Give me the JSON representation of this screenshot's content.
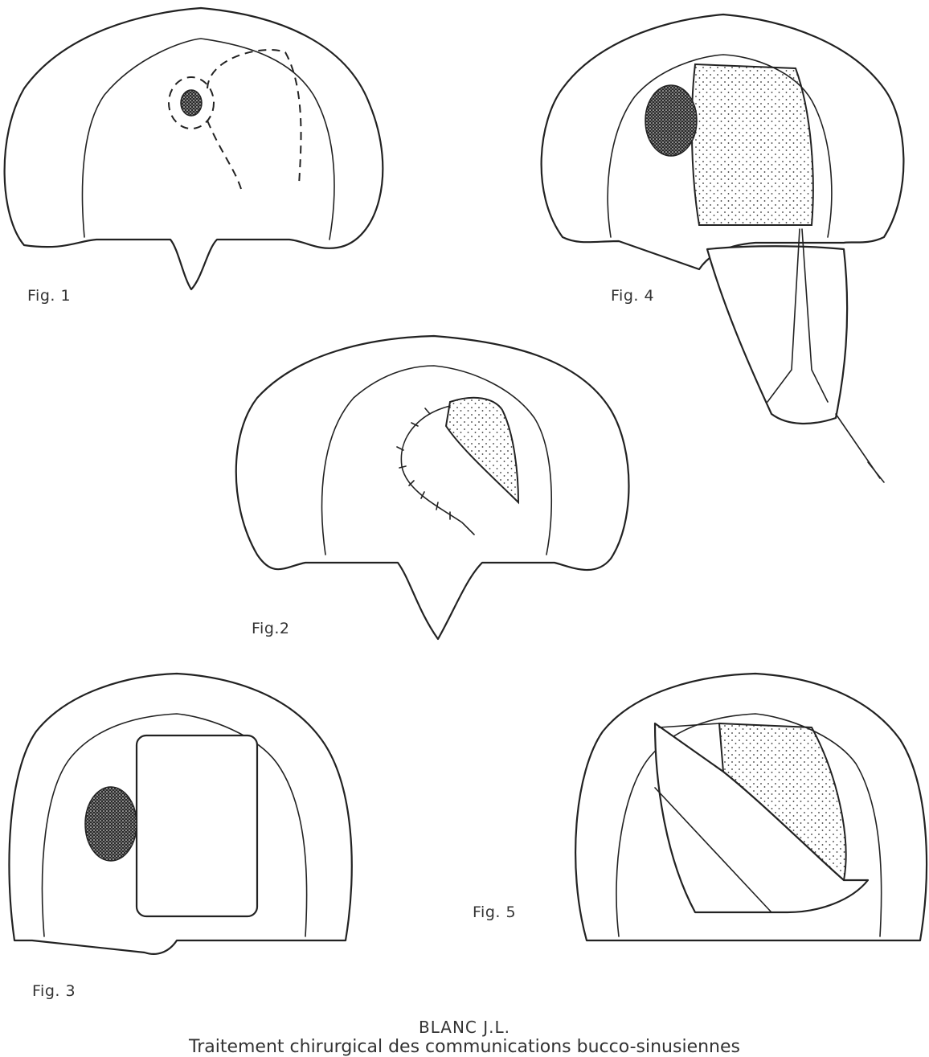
{
  "figure_labels": {
    "fig1": "Fig. 1",
    "fig2": "Fig.2",
    "fig3": "Fig. 3",
    "fig4": "Fig. 4",
    "fig5": "Fig. 5"
  },
  "caption": {
    "author": "BLANC J.L.",
    "title": "Traitement chirurgical des communications bucco-sinusiennes"
  },
  "colors": {
    "ink": "#222222",
    "paper": "#ffffff"
  }
}
